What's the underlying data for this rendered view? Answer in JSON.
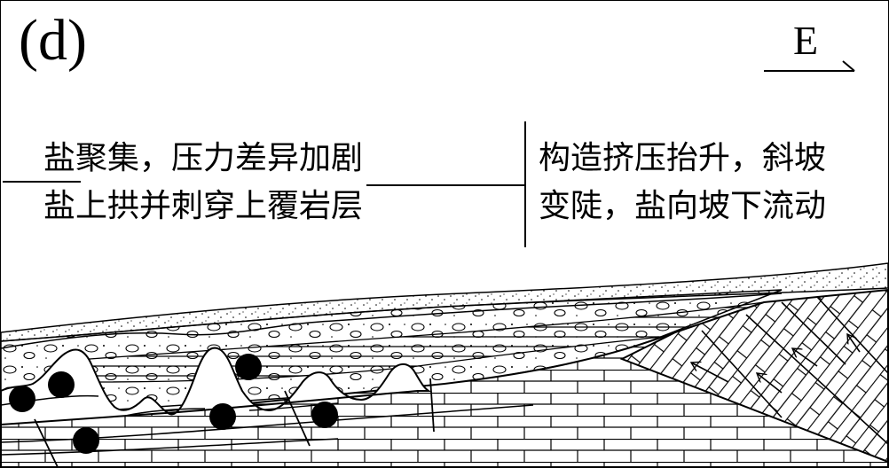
{
  "panel_label": "(d)",
  "direction": {
    "label": "E"
  },
  "captions": {
    "left": [
      "盐聚集，压力差异加剧",
      "盐上拱并刺穿上覆岩层"
    ],
    "right": [
      "构造挤压抬升，斜坡",
      "变陡，盐向坡下流动"
    ]
  }
}
